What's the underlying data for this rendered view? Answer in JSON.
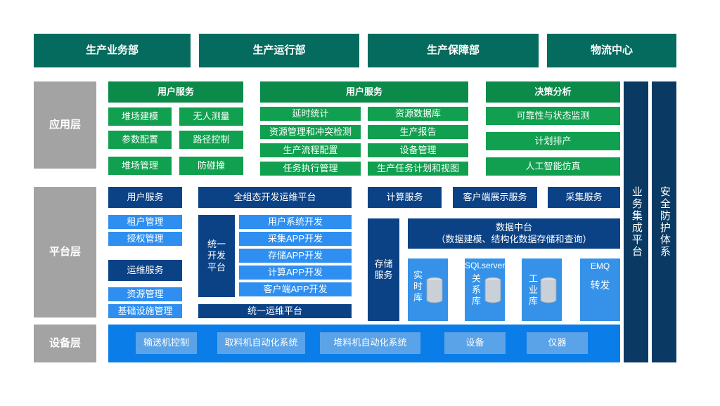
{
  "departments": [
    "生产业务部",
    "生产运行部",
    "生产保障部",
    "物流中心"
  ],
  "layers": {
    "app": "应用层",
    "platform": "平台层",
    "device": "设备层"
  },
  "app_layer": {
    "group1": {
      "title": "用户服务",
      "items": [
        "堆场建模",
        "无人测量",
        "参数配置",
        "路径控制",
        "堆场管理",
        "防碰撞"
      ]
    },
    "group2": {
      "title": "用户服务",
      "items": [
        "延时统计",
        "资源数据库",
        "资源管理和冲突检测",
        "生产报告",
        "生产流程配置",
        "设备管理",
        "任务执行管理",
        "生产任务计划和视图"
      ]
    },
    "group3": {
      "title": "决策分析",
      "items": [
        "可靠性与状态监测",
        "计划排产",
        "人工智能仿真"
      ]
    }
  },
  "side": {
    "business": "业务集成平台",
    "security": "安全防护体系"
  },
  "platform": {
    "user_service": "用户服务",
    "tenant_mgmt": "租户管理",
    "auth_mgmt": "授权管理",
    "ops_service": "运维服务",
    "resource_mgmt": "资源管理",
    "infra_mgmt": "基础设施管理",
    "devops_platform": "全组态开发运维平台",
    "unified_dev": "统一开发平台",
    "dev_items": [
      "用户系统开发",
      "采集APP开发",
      "存储APP开发",
      "计算APP开发",
      "客户端APP开发"
    ],
    "unified_ops": "统一运维平台",
    "compute": "计算服务",
    "client_display": "客户端展示服务",
    "collect": "采集服务",
    "storage": "存储服务",
    "data_center": {
      "title": "数据中台",
      "subtitle": "（数据建模、结构化数据存储和查询）"
    },
    "dbs": [
      {
        "label": "实时库",
        "top": ""
      },
      {
        "label": "关系库",
        "top": "SQLserver"
      },
      {
        "label": "工业库",
        "top": ""
      },
      {
        "label": "转发",
        "top": "EMQ"
      }
    ]
  },
  "device_layer": [
    "输送机控制",
    "取料机自动化系统",
    "堆料机自动化系统",
    "设备",
    "仪器"
  ],
  "colors": {
    "teal": "#046b5e",
    "green": "#11a04f",
    "navy": "#0a3a63",
    "blue": "#0a7de8",
    "grey": "#a3a3a3"
  }
}
